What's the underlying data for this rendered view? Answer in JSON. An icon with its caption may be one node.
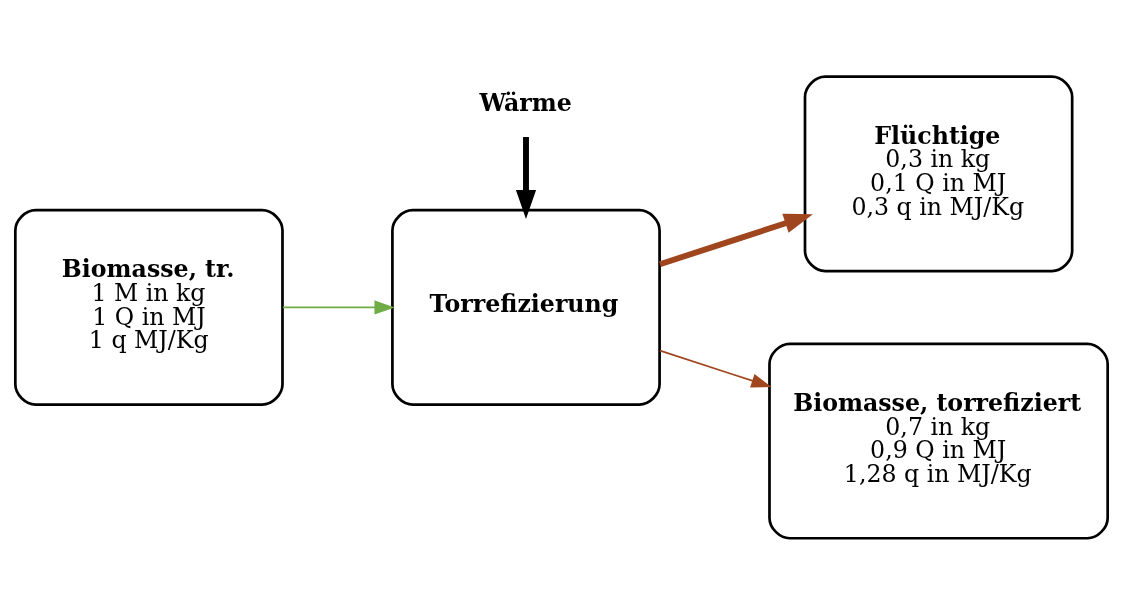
{
  "diagram": {
    "nodes": [
      {
        "text": [
          "Biomasse, tr.",
          "1 M in kg",
          "1 Q in MJ",
          "1 q MJ/Kg"
        ]
      },
      {
        "text": [
          "Torrefizierung"
        ]
      },
      {
        "text": [
          "Flüchtige",
          "0,3 in kg",
          "0,1 Q in MJ",
          "0,3 q in MJ/Kg"
        ]
      },
      {
        "text": [
          "Biomasse, torrefiziert",
          "0,7 in kg",
          "0,9 Q in MJ",
          "1,28 q in MJ/Kg"
        ]
      },
      {
        "text": [
          "Wärme"
        ]
      }
    ],
    "edges": [
      {
        "from": 0,
        "to": 1,
        "arrow": "to",
        "color": "#70ad47"
      },
      {
        "from": 1,
        "to": 2,
        "arrow": "to",
        "style": "thick",
        "color": "#a0461e"
      },
      {
        "from": 1,
        "to": 3,
        "arrow": "to",
        "color": "#a0461e"
      },
      {
        "from": 4,
        "to": 1,
        "arrow": "to",
        "style": "thick",
        "color": "#000000"
      }
    ]
  }
}
